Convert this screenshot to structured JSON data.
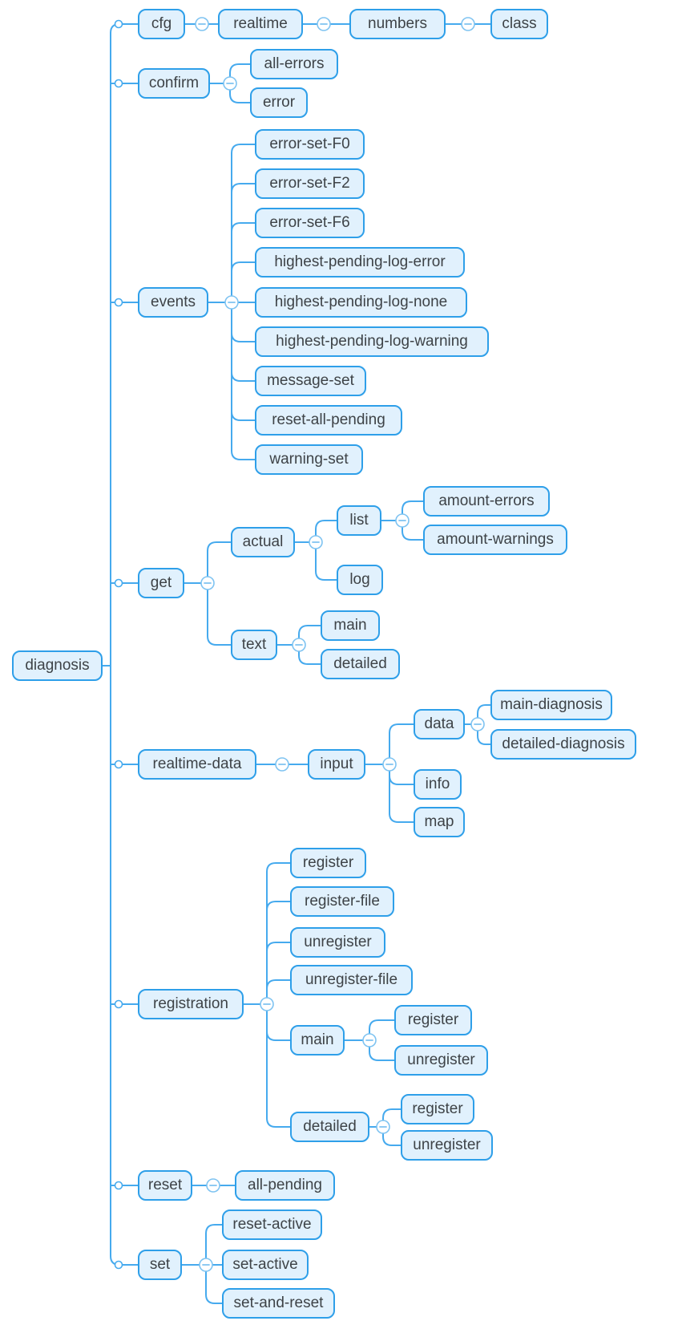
{
  "theme": {
    "canvas_bg": "#ffffff",
    "node_fill": "#e1f1fd",
    "node_border": "#2e9fe9",
    "node_text": "#3e4347",
    "line": "#46aaee",
    "toggle": "#7ec3f1"
  },
  "tree": {
    "label": "diagnosis",
    "children": [
      {
        "label": "cfg",
        "children": [
          {
            "label": "realtime",
            "children": [
              {
                "label": "numbers",
                "children": [
                  {
                    "label": "class",
                    "children": []
                  }
                ]
              }
            ]
          }
        ]
      },
      {
        "label": "confirm",
        "children": [
          {
            "label": "all-errors",
            "children": []
          },
          {
            "label": "error",
            "children": []
          }
        ]
      },
      {
        "label": "events",
        "children": [
          {
            "label": "error-set-F0",
            "children": []
          },
          {
            "label": "error-set-F2",
            "children": []
          },
          {
            "label": "error-set-F6",
            "children": []
          },
          {
            "label": "highest-pending-log-error",
            "children": []
          },
          {
            "label": "highest-pending-log-none",
            "children": []
          },
          {
            "label": "highest-pending-log-warning",
            "children": []
          },
          {
            "label": "message-set",
            "children": []
          },
          {
            "label": "reset-all-pending",
            "children": []
          },
          {
            "label": "warning-set",
            "children": []
          }
        ]
      },
      {
        "label": "get",
        "children": [
          {
            "label": "actual",
            "children": [
              {
                "label": "list",
                "children": [
                  {
                    "label": "amount-errors",
                    "children": []
                  },
                  {
                    "label": "amount-warnings",
                    "children": []
                  }
                ]
              },
              {
                "label": "log",
                "children": []
              }
            ]
          },
          {
            "label": "text",
            "children": [
              {
                "label": "main",
                "children": []
              },
              {
                "label": "detailed",
                "children": []
              }
            ]
          }
        ]
      },
      {
        "label": "realtime-data",
        "children": [
          {
            "label": "input",
            "children": [
              {
                "label": "data",
                "children": [
                  {
                    "label": "main-diagnosis",
                    "children": []
                  },
                  {
                    "label": "detailed-diagnosis",
                    "children": []
                  }
                ]
              },
              {
                "label": "info",
                "children": []
              },
              {
                "label": "map",
                "children": []
              }
            ]
          }
        ]
      },
      {
        "label": "registration",
        "children": [
          {
            "label": "register",
            "children": []
          },
          {
            "label": "register-file",
            "children": []
          },
          {
            "label": "unregister",
            "children": []
          },
          {
            "label": "unregister-file",
            "children": []
          },
          {
            "label": "main",
            "children": [
              {
                "label": "register",
                "children": []
              },
              {
                "label": "unregister",
                "children": []
              }
            ]
          },
          {
            "label": "detailed",
            "children": [
              {
                "label": "register",
                "children": []
              },
              {
                "label": "unregister",
                "children": []
              }
            ]
          }
        ]
      },
      {
        "label": "reset",
        "children": [
          {
            "label": "all-pending",
            "children": []
          }
        ]
      },
      {
        "label": "set",
        "children": [
          {
            "label": "reset-active",
            "children": []
          },
          {
            "label": "set-active",
            "children": []
          },
          {
            "label": "set-and-reset",
            "children": []
          }
        ]
      }
    ]
  }
}
